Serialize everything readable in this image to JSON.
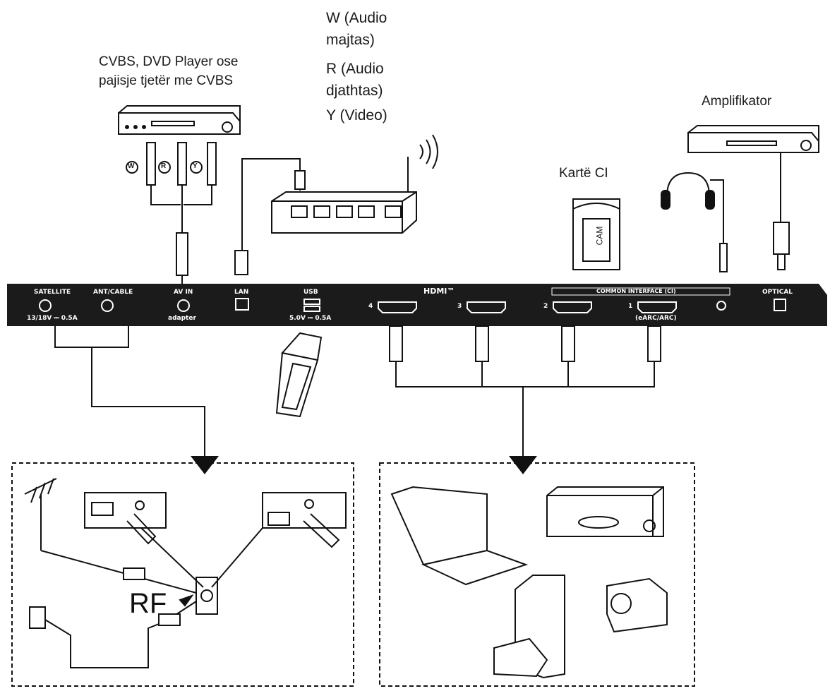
{
  "labels": {
    "cvbs_source_line1": "CVBS, DVD Player ose",
    "cvbs_source_line2": "pajisje tjetër me CVBS",
    "audio_left_line1": "W (Audio",
    "audio_left_line2": "majtas)",
    "audio_right_line1": "R (Audio",
    "audio_right_line2": "djathtas)",
    "video": "Y (Video)",
    "amplifier": "Amplifikator",
    "ci_card": "Kartë CI",
    "cam": "CAM",
    "rf": "RF"
  },
  "rca_markers": {
    "w": "W",
    "r": "R",
    "y": "Y"
  },
  "ports": {
    "satellite": "SATELLITE",
    "satellite_spec": "13/18V ⎓ 0.5A",
    "ant_cable": "ANT/CABLE",
    "av_in": "AV IN",
    "av_in_note": "adapter",
    "lan": "LAN",
    "usb": "USB",
    "usb_spec": "5.0V ⎓ 0.5A",
    "hdmi": "HDMI™",
    "hdmi4": "4",
    "hdmi3": "3",
    "hdmi2": "2",
    "hdmi1": "1",
    "hdmi1_note": "(eARC/ARC)",
    "common_interface": "COMMON INTERFACE (CI)",
    "optical": "OPTICAL"
  },
  "colors": {
    "line": "#111111",
    "panel": "#1b1b1b",
    "panel_text": "#ffffff"
  }
}
